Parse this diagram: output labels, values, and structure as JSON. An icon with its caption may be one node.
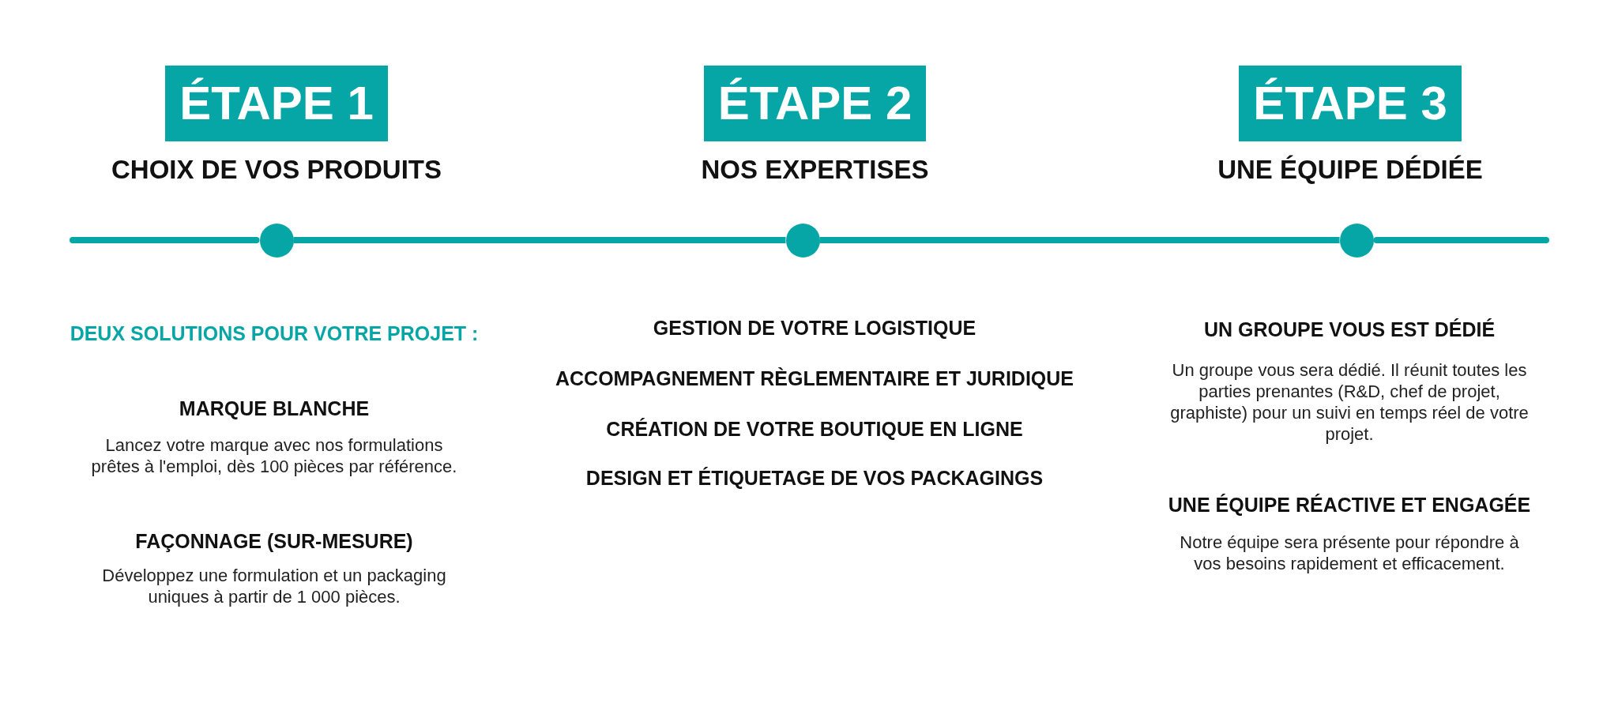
{
  "diagram": {
    "nodes": [
      {
        "text": [
          "ÉTAPE 1"
        ],
        "beside": [
          "CHOIX DE VOS PRODUITS"
        ]
      },
      {
        "text": [
          "ÉTAPE 2"
        ],
        "beside": [
          "NOS EXPERTISES"
        ]
      },
      {
        "text": [
          "ÉTAPE 3"
        ],
        "beside": [
          "UNE ÉQUIPE DÉDIÉE"
        ]
      },
      {
        "text": [],
        "shape": "circle"
      },
      {
        "text": [],
        "shape": "circle"
      },
      {
        "text": [],
        "shape": "circle"
      }
    ],
    "edges": [
      {
        "from": null,
        "to": 3,
        "arrow": "none"
      },
      {
        "from": 3,
        "to": 4,
        "arrow": "none"
      },
      {
        "from": 4,
        "to": 5,
        "arrow": "none"
      },
      {
        "from": 5,
        "to": null,
        "arrow": "none"
      }
    ],
    "labels": [
      "DEUX SOLUTIONS POUR VOTRE PROJET :",
      "MARQUE BLANCHE",
      "Lancez votre marque avec nos formulations prêtes à l'emploi, dès 100 pièces par référence.",
      "FAÇONNAGE (SUR-MESURE)",
      "Développez une formulation et un packaging uniques à partir de 1 000 pièces.",
      "GESTION DE VOTRE LOGISTIQUE",
      "ACCOMPAGNEMENT RÈGLEMENTAIRE ET JURIDIQUE",
      "CRÉATION DE VOTRE BOUTIQUE EN LIGNE",
      "DESIGN ET ÉTIQUETAGE DE VOS PACKAGINGS",
      "UN GROUPE VOUS EST DÉDIÉ",
      "Un groupe vous sera dédié. Il réunit toutes les parties prenantes (R&D, chef de projet, graphiste) pour un suivi en temps réel de votre projet.",
      "UNE ÉQUIPE RÉACTIVE ET ENGAGÉE",
      "Notre équipe sera présente pour répondre à vos besoins rapidement et efficacement."
    ]
  }
}
